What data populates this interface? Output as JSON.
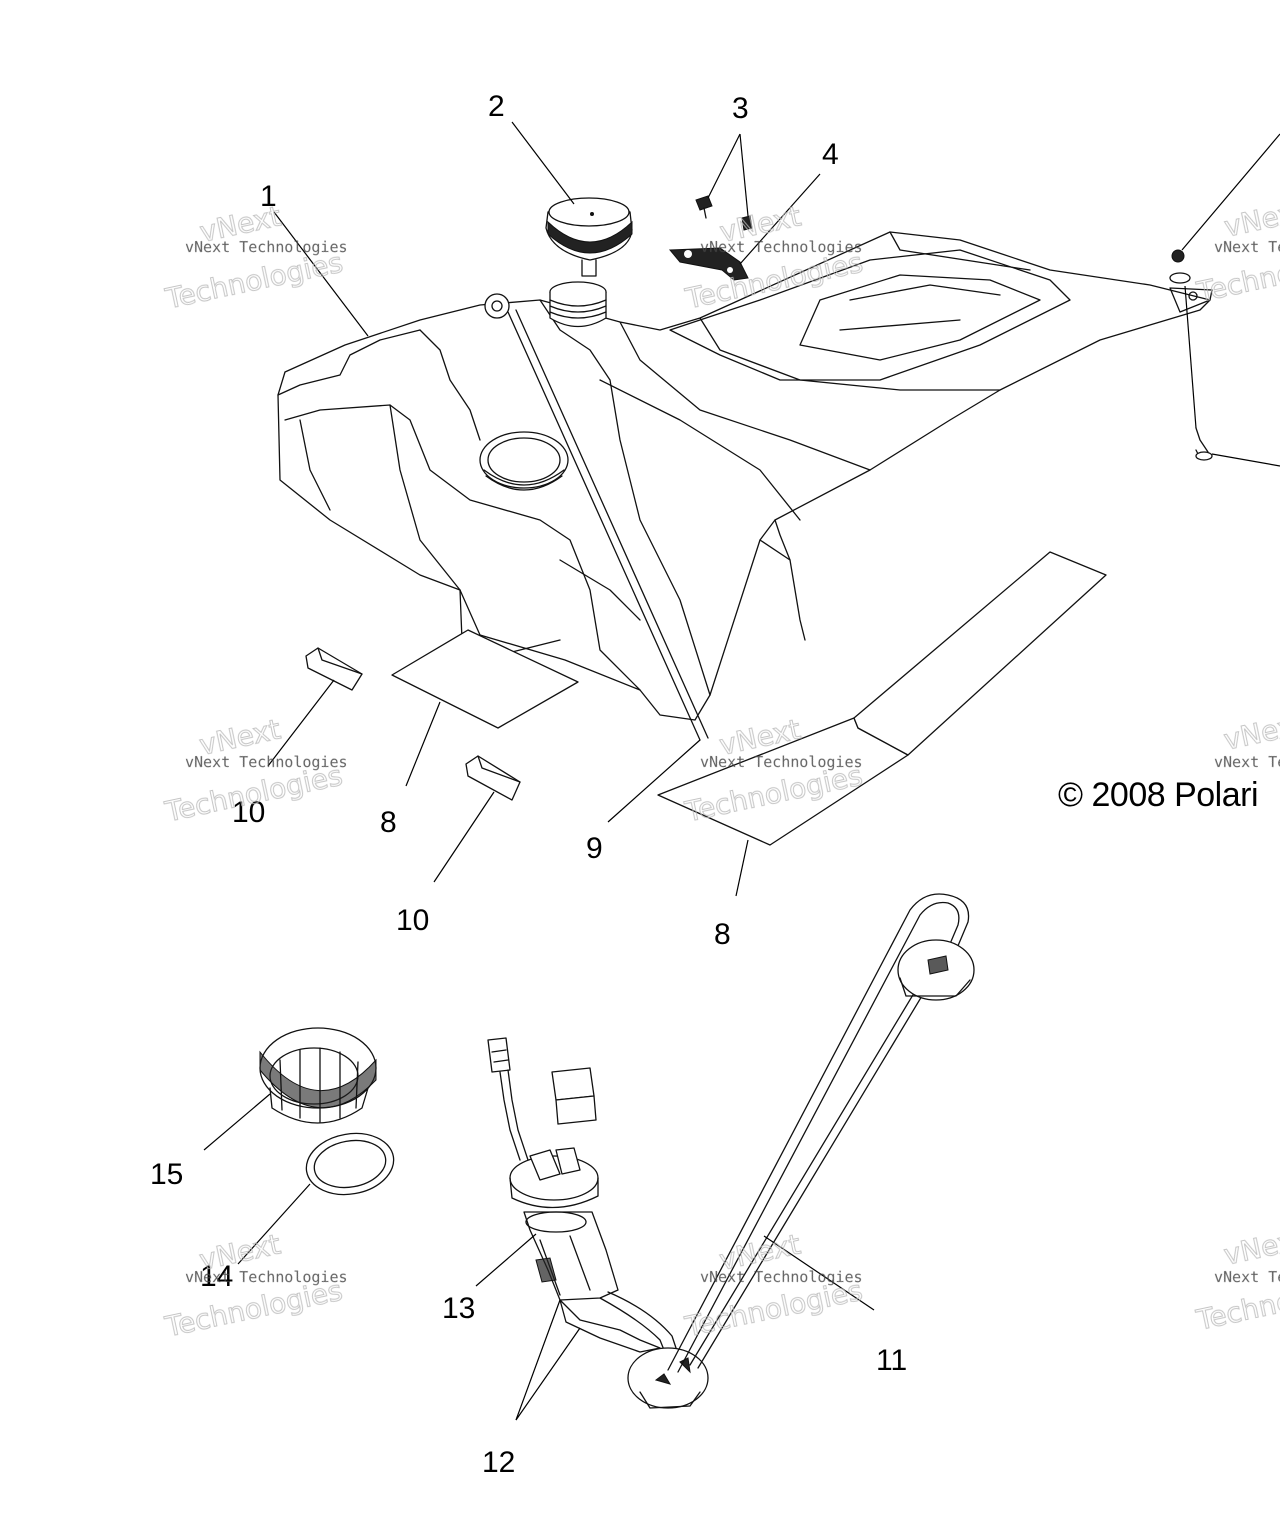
{
  "callouts": [
    "1",
    "2",
    "3",
    "4",
    "8",
    "8",
    "9",
    "10",
    "10",
    "11",
    "12",
    "13",
    "14",
    "15"
  ],
  "copyright": "© 2008 Polari",
  "watermark": {
    "line1": "vNext Technologies",
    "line2": "vNext",
    "line3": "Technologies"
  }
}
